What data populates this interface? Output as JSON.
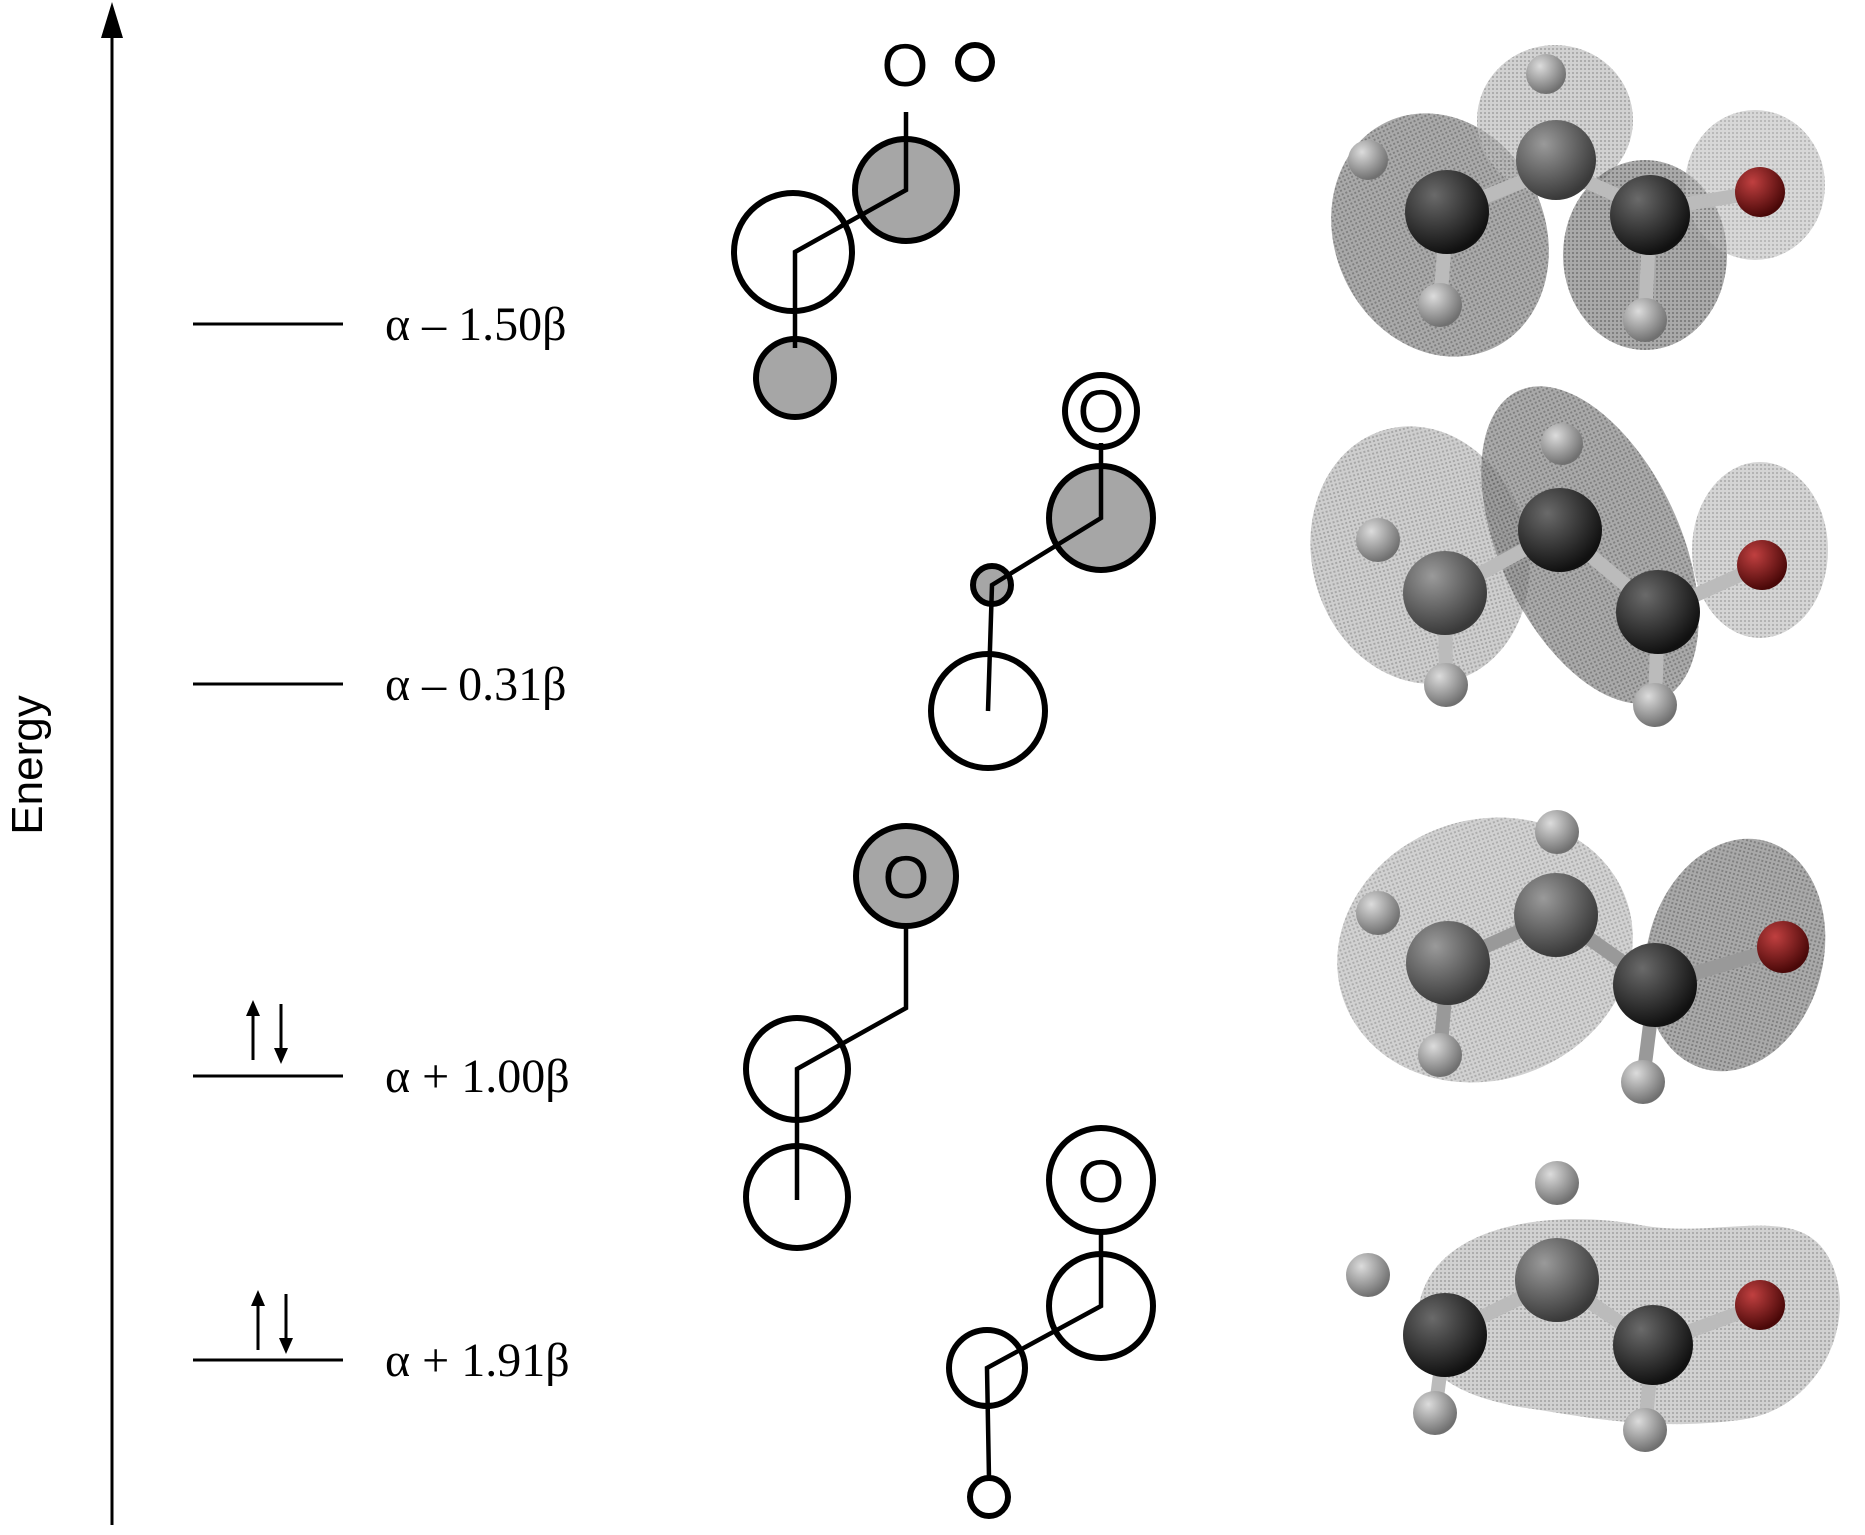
{
  "axis": {
    "label": "Energy"
  },
  "colors": {
    "lobe_shaded": "#a6a6a6",
    "lobe_open": "#ffffff",
    "oxygen": "#7a1212",
    "carbon": "#1f1f1f",
    "hydrogen": "#9a9a9a"
  },
  "levels": [
    {
      "label": "α – 1.50β",
      "electrons": ""
    },
    {
      "label": "α – 0.31β",
      "electrons": ""
    },
    {
      "label": "α + 1.00β",
      "electrons": "↑↓"
    },
    {
      "label": "α + 1.91β",
      "electrons": "↑↓"
    }
  ],
  "orbital_diagrams": [
    {
      "atom": "O"
    },
    {
      "atom": "O"
    },
    {
      "atom": "O"
    },
    {
      "atom": "O"
    }
  ]
}
